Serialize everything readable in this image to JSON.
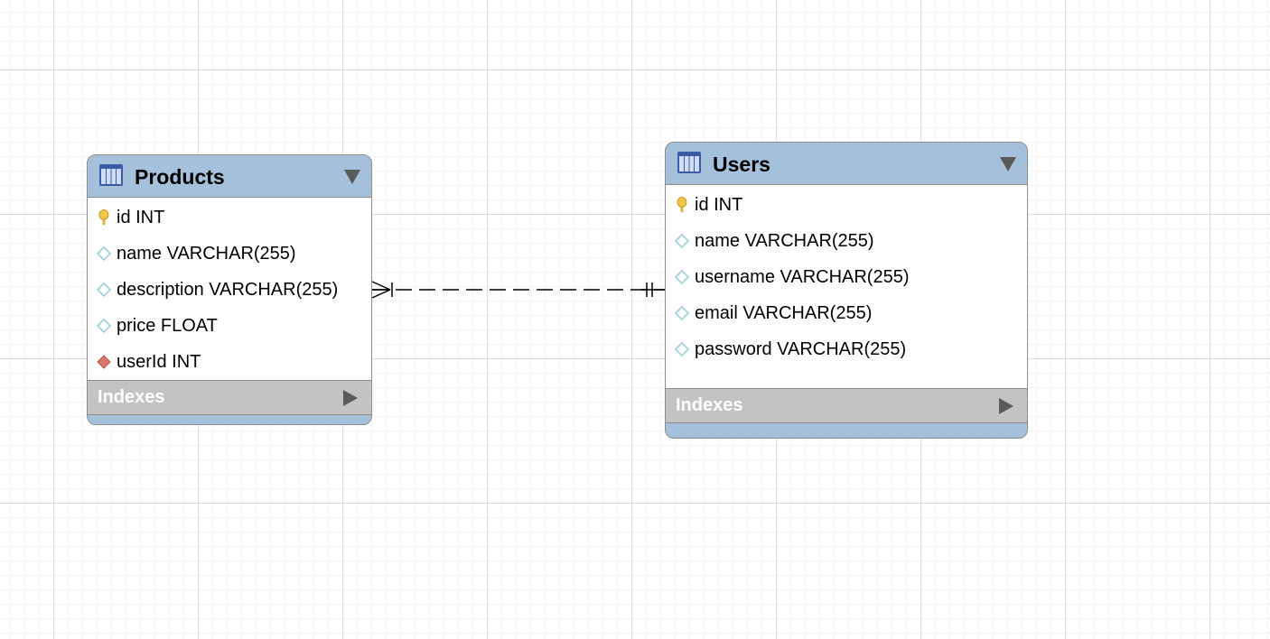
{
  "diagram": {
    "tables": [
      {
        "name": "Products",
        "columns": [
          {
            "text": "id INT",
            "icon": "primary-key-icon"
          },
          {
            "text": "name VARCHAR(255)",
            "icon": "column-icon"
          },
          {
            "text": "description VARCHAR(255)",
            "icon": "column-icon"
          },
          {
            "text": "price FLOAT",
            "icon": "column-icon"
          },
          {
            "text": "userId INT",
            "icon": "foreign-key-icon"
          }
        ],
        "indexes_label": "Indexes"
      },
      {
        "name": "Users",
        "columns": [
          {
            "text": "id INT",
            "icon": "primary-key-icon"
          },
          {
            "text": "name VARCHAR(255)",
            "icon": "column-icon"
          },
          {
            "text": "username VARCHAR(255)",
            "icon": "column-icon"
          },
          {
            "text": "email VARCHAR(255)",
            "icon": "column-icon"
          },
          {
            "text": "password VARCHAR(255)",
            "icon": "column-icon"
          }
        ],
        "indexes_label": "Indexes"
      }
    ],
    "relationship": {
      "from": "Products",
      "to": "Users",
      "from_cardinality": "one-or-many",
      "to_cardinality": "exactly-one",
      "line_style": "dashed"
    }
  },
  "colors": {
    "header": "#a4c0da",
    "indexes_bar": "#c3c3c3",
    "grid_major": "#dcdcdc",
    "grid_minor": "#f1f1f1",
    "key_icon": "#f2c744",
    "foreign_key_icon": "#d9776a",
    "column_icon": "#9fcfd8"
  }
}
